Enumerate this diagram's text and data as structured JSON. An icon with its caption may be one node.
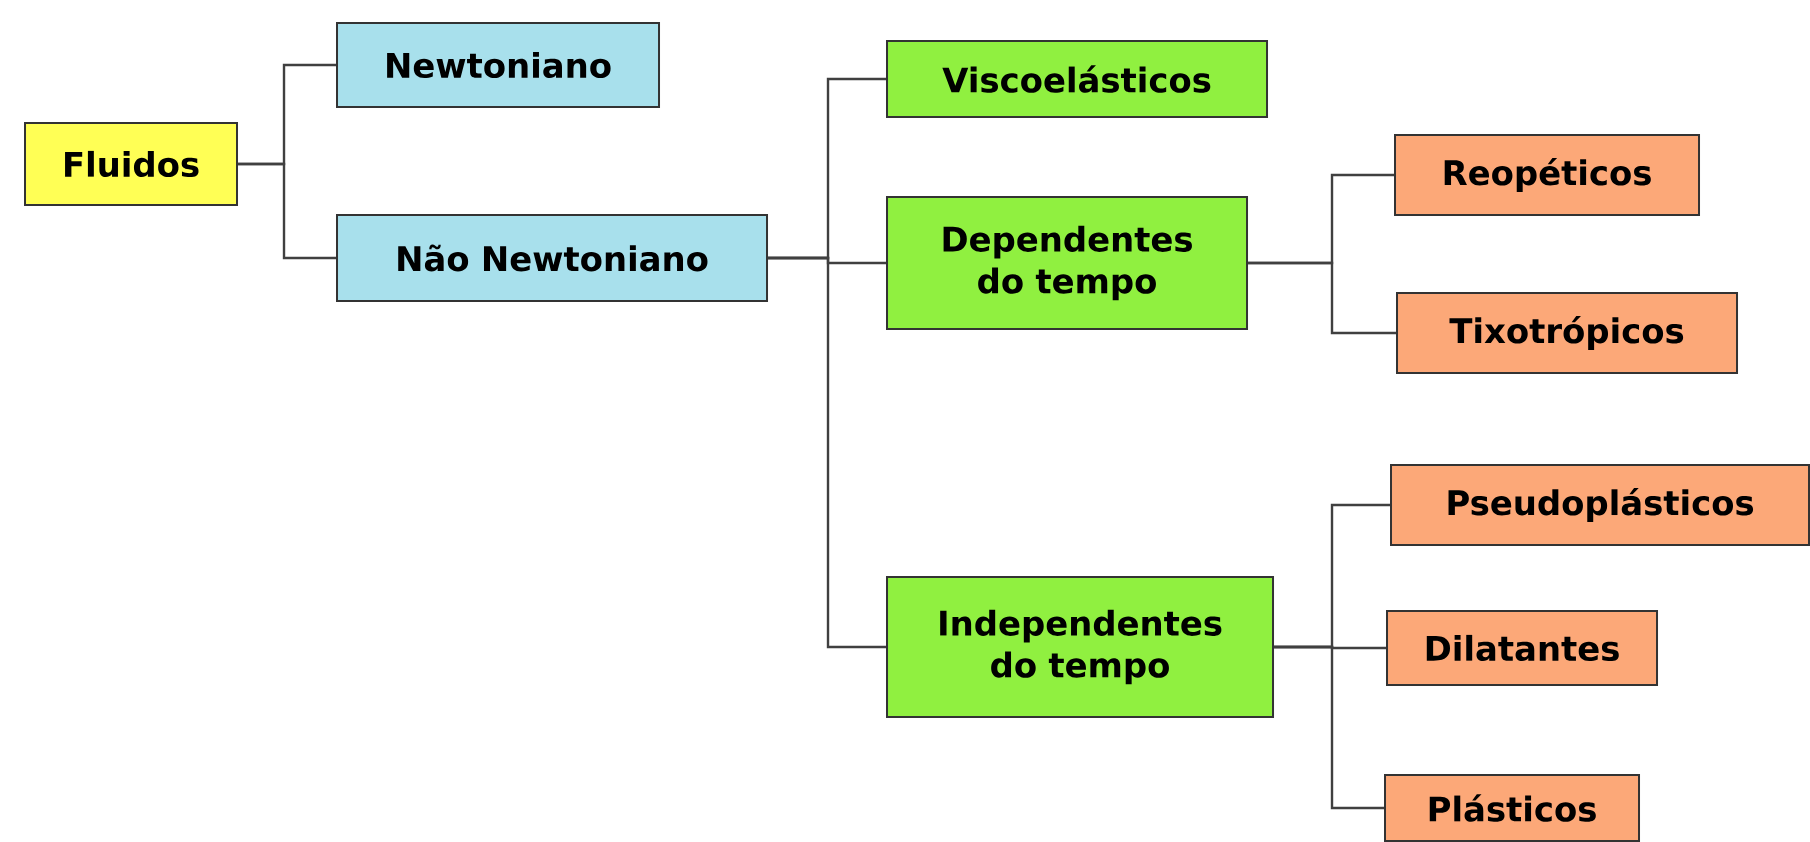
{
  "diagram": {
    "nodes": [
      {
        "text": [
          "Fluidos"
        ]
      },
      {
        "text": [
          "Newtoniano"
        ]
      },
      {
        "text": [
          "Não Newtoniano"
        ]
      },
      {
        "text": [
          "Viscoelásticos"
        ]
      },
      {
        "text": [
          "Dependentes do tempo"
        ]
      },
      {
        "text": [
          "Independentes do tempo"
        ]
      },
      {
        "text": [
          "Reopéticos"
        ]
      },
      {
        "text": [
          "Tixotrópicos"
        ]
      },
      {
        "text": [
          "Pseudoplásticos"
        ]
      },
      {
        "text": [
          "Dilatantes"
        ]
      },
      {
        "text": [
          "Plásticos"
        ]
      }
    ],
    "edges": [
      {
        "from": 0,
        "to": 1,
        "arrow": "none"
      },
      {
        "from": 0,
        "to": 2,
        "arrow": "none"
      },
      {
        "from": 2,
        "to": 3,
        "arrow": "none"
      },
      {
        "from": 2,
        "to": 4,
        "arrow": "none"
      },
      {
        "from": 2,
        "to": 5,
        "arrow": "none"
      },
      {
        "from": 4,
        "to": 6,
        "arrow": "none"
      },
      {
        "from": 4,
        "to": 7,
        "arrow": "none"
      },
      {
        "from": 5,
        "to": 8,
        "arrow": "none"
      },
      {
        "from": 5,
        "to": 9,
        "arrow": "none"
      },
      {
        "from": 5,
        "to": 10,
        "arrow": "none"
      }
    ]
  }
}
